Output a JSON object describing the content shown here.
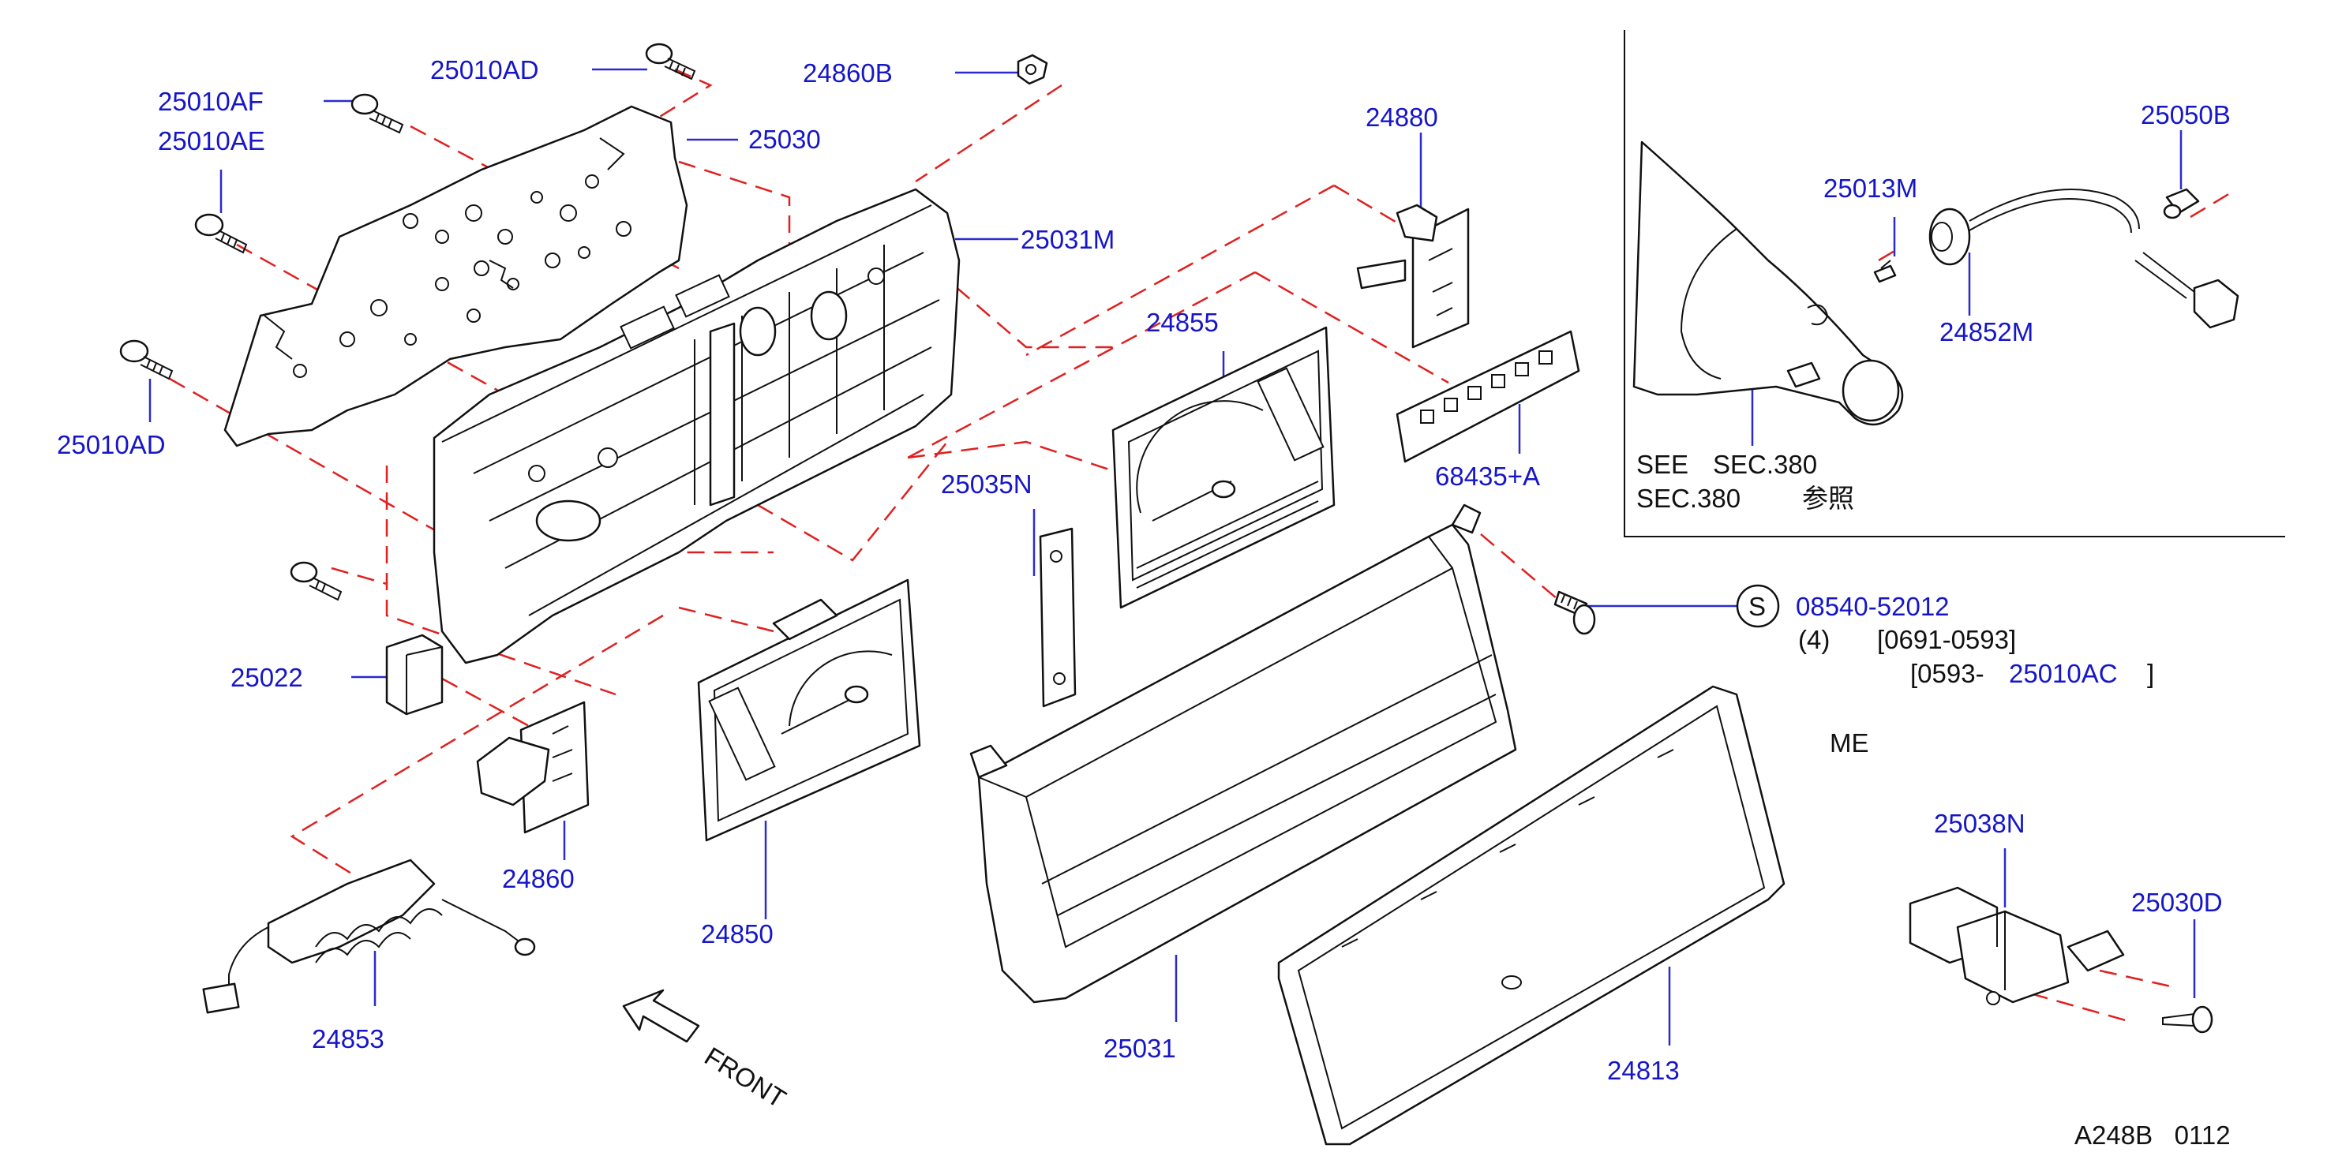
{
  "labels": {
    "p25010AD_top": "25010AD",
    "p24860B": "24860B",
    "p25010AF": "25010AF",
    "p25010AE": "25010AE",
    "p25030": "25030",
    "p24880": "24880",
    "p25031M": "25031M",
    "p24855": "24855",
    "p25010AD_left": "25010AD",
    "p68435A": "68435+A",
    "p25035N": "25035N",
    "p25022": "25022",
    "p24860": "24860",
    "p24850": "24850",
    "p24853": "24853",
    "p25031": "25031",
    "p24813": "24813",
    "p25013M": "25013M",
    "p25050B": "25050B",
    "p24852M": "24852M",
    "p08540": "08540-52012",
    "p25010AC": "25010AC",
    "p25038N": "25038N",
    "p25030D": "25030D"
  },
  "notes": {
    "see_line1_a": "SEE",
    "see_line1_b": "SEC.380",
    "see_line2_a": "SEC.380",
    "see_line2_b": "参照",
    "screw_symbol": "S",
    "qty": "(4)",
    "range1": "[0691-0593]",
    "range2_prefix": "[0593-",
    "range2_suffix": "]",
    "me": "ME",
    "front": "FRONT",
    "diagram_code": "A248B   0112"
  },
  "colors": {
    "label_blue": "#1616c8",
    "dash_red": "#e02020",
    "line_black": "#111111"
  }
}
